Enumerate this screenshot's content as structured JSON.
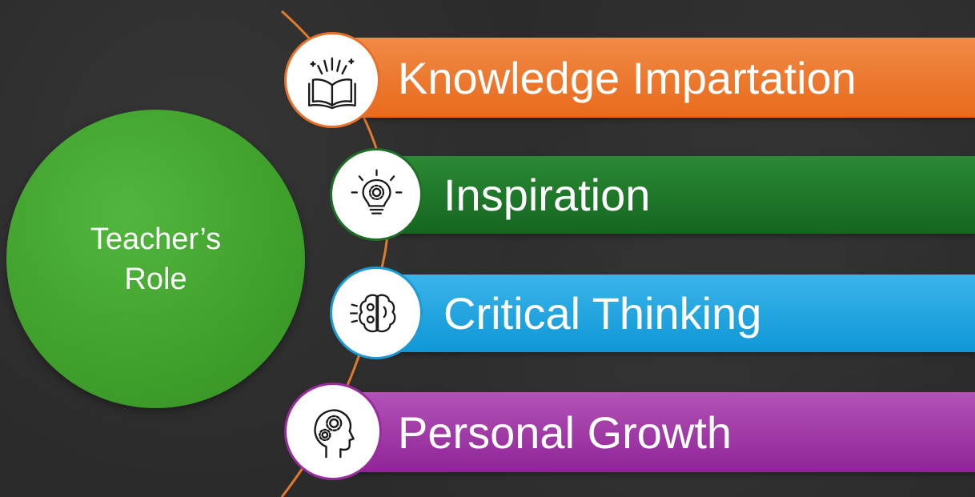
{
  "hub": {
    "label": "Teacher’s\nRole",
    "color": "#3fa02b"
  },
  "items": [
    {
      "label": "Knowledge Impartation",
      "icon": "open-book-icon",
      "bar_gradient": [
        "#f08a45",
        "#e86a1c"
      ],
      "ring_color": "#e8702a"
    },
    {
      "label": "Inspiration",
      "icon": "lightbulb-gear-icon",
      "bar_gradient": [
        "#2a8a35",
        "#15661f"
      ],
      "ring_color": "#1e6f26"
    },
    {
      "label": "Critical Thinking",
      "icon": "brain-gears-icon",
      "bar_gradient": [
        "#3ab4ea",
        "#0f97d6"
      ],
      "ring_color": "#1a9ad6"
    },
    {
      "label": "Personal Growth",
      "icon": "head-gears-icon",
      "bar_gradient": [
        "#b452b8",
        "#8e2596"
      ],
      "ring_color": "#9a2aa0"
    }
  ],
  "connector_color": "#e07a2e"
}
